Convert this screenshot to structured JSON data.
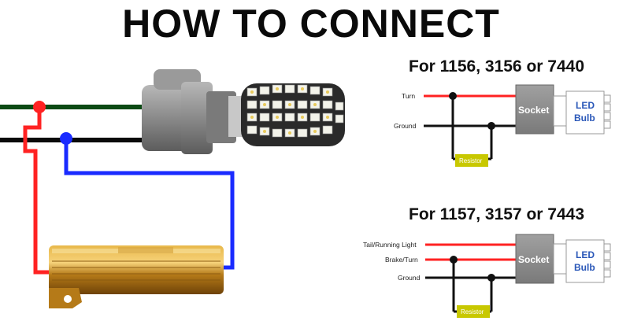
{
  "title": "HOW TO CONNECT",
  "colors": {
    "green_wire": "#0c4a14",
    "black_wire": "#0a0a0a",
    "red_wire": "#ff2222",
    "blue_wire": "#1a2bff",
    "socket_gray": "#8c8c8c",
    "resistor_yellow": "#c8c800",
    "led_text": "#2a57b8"
  },
  "diagram_top": {
    "heading": "For 1156, 3156 or 7440",
    "wires": [
      "Turn",
      "Ground"
    ],
    "socket_label": "Socket",
    "led_label": [
      "LED",
      "Bulb"
    ],
    "resistor_label": "Resistor"
  },
  "diagram_bottom": {
    "heading": "For 1157, 3157 or 7443",
    "wires": [
      "Tail/Running Light",
      "Brake/Turn",
      "Ground"
    ],
    "socket_label": "Socket",
    "led_label": [
      "LED",
      "Bulb"
    ],
    "resistor_label": "Resistor"
  }
}
